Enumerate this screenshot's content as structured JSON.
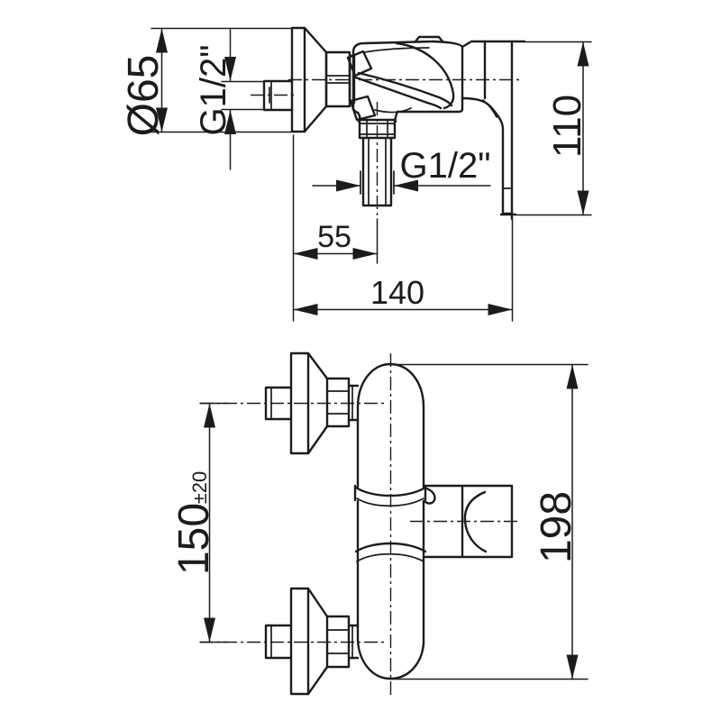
{
  "views": {
    "top": {
      "flange_diameter": "Ø65",
      "inlet_thread": "G1/2\"",
      "body_height": "110",
      "outlet_thread": "G1/2\"",
      "outlet_offset": "55",
      "total_depth": "140"
    },
    "front": {
      "connection_spacing": "150",
      "connection_tolerance": "±20",
      "total_height": "198"
    }
  },
  "colors": {
    "line": "#1c1c1c",
    "background": "#ffffff"
  }
}
